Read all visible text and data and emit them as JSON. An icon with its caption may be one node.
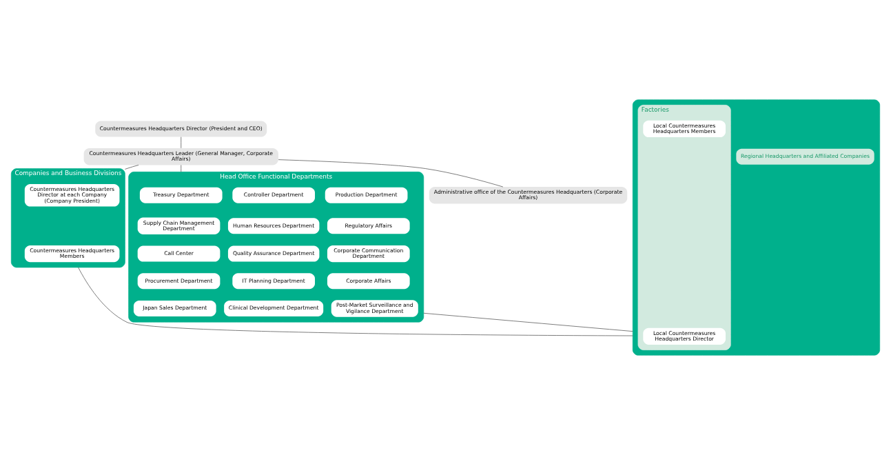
{
  "diagram": {
    "nodes": [
      {
        "text": [
          "Countermeasures Headquarters Director (President and CEO)"
        ]
      },
      {
        "text": [
          "Countermeasures Headquarters Leader (General Manager, Corporate Affairs)"
        ]
      },
      {
        "text": [
          "Administrative office of the Countermeasures Headquarters (Corporate Affairs)"
        ]
      },
      {
        "text": [
          "Companies and Business Divisions"
        ]
      },
      {
        "text": [
          "Countermeasures Headquarters Director at each Company (Company President)"
        ],
        "in": 3
      },
      {
        "text": [
          "Countermeasures Headquarters Members"
        ],
        "in": 3
      },
      {
        "text": [
          "Head Office Functional Departments"
        ]
      },
      {
        "text": [
          "Treasury Department"
        ],
        "in": 6
      },
      {
        "text": [
          "Controller Department"
        ],
        "in": 6
      },
      {
        "text": [
          "Production Department"
        ],
        "in": 6
      },
      {
        "text": [
          "Supply Chain Management Department"
        ],
        "in": 6
      },
      {
        "text": [
          "Human Resources Department"
        ],
        "in": 6
      },
      {
        "text": [
          "Regulatory Affairs"
        ],
        "in": 6
      },
      {
        "text": [
          "Call Center"
        ],
        "in": 6
      },
      {
        "text": [
          "Quality Assurance Department"
        ],
        "in": 6
      },
      {
        "text": [
          "Corporate Communication Department"
        ],
        "in": 6
      },
      {
        "text": [
          "Procurement Department"
        ],
        "in": 6
      },
      {
        "text": [
          "IT Planning Department"
        ],
        "in": 6
      },
      {
        "text": [
          "Corporate Affairs"
        ],
        "in": 6
      },
      {
        "text": [
          "Japan Sales Department"
        ],
        "in": 6
      },
      {
        "text": [
          "Clinical Development Department"
        ],
        "in": 6
      },
      {
        "text": [
          "Post-Market Surveillance and Vigilance Department"
        ],
        "in": 6
      },
      {
        "text": [],
        "shape": "box"
      },
      {
        "text": [
          "Factories"
        ],
        "in": 22
      },
      {
        "text": [
          "Local Countermeasures Headquarters Director"
        ],
        "in": 23
      },
      {
        "text": [
          "Local Countermeasures Headquarters Members"
        ],
        "in": 23
      },
      {
        "text": [
          "Regional Headquarters and Affiliated Companies"
        ],
        "in": 22
      }
    ],
    "edges": [
      {
        "from": 0,
        "to": 1,
        "arrow": "none"
      },
      {
        "from": 1,
        "to": 2,
        "arrow": "none"
      },
      {
        "from": 1,
        "to": 3,
        "arrow": "none"
      },
      {
        "from": 1,
        "to": 6,
        "arrow": "none"
      },
      {
        "from": 3,
        "to": 22,
        "arrow": "none"
      },
      {
        "from": 6,
        "to": 22,
        "arrow": "none"
      }
    ]
  }
}
